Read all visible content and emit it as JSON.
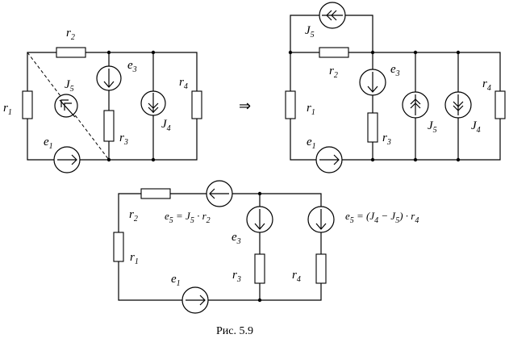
{
  "figure": {
    "caption": "Рис. 5.9",
    "arrow": "⇒"
  },
  "labels": {
    "r": "r",
    "e": "e",
    "J": "J",
    "sub1": "1",
    "sub2": "2",
    "sub3": "3",
    "sub4": "4",
    "sub5": "5"
  },
  "equations": {
    "e5_left": "e",
    "e5_left_sub": "5",
    "e5_left_rhs": " = J",
    "e5_left_rhs_sub": "5",
    "e5_left_rhs2": " · r",
    "e5_left_rhs2_sub": "2",
    "e5_right": "e",
    "e5_right_sub": "5",
    "e5_right_rhs": " = (J",
    "e5_right_rhs_sub": "4",
    "e5_right_mid": " − J",
    "e5_right_mid_sub": "5",
    "e5_right_end": ") · r",
    "e5_right_end_sub": "4"
  }
}
